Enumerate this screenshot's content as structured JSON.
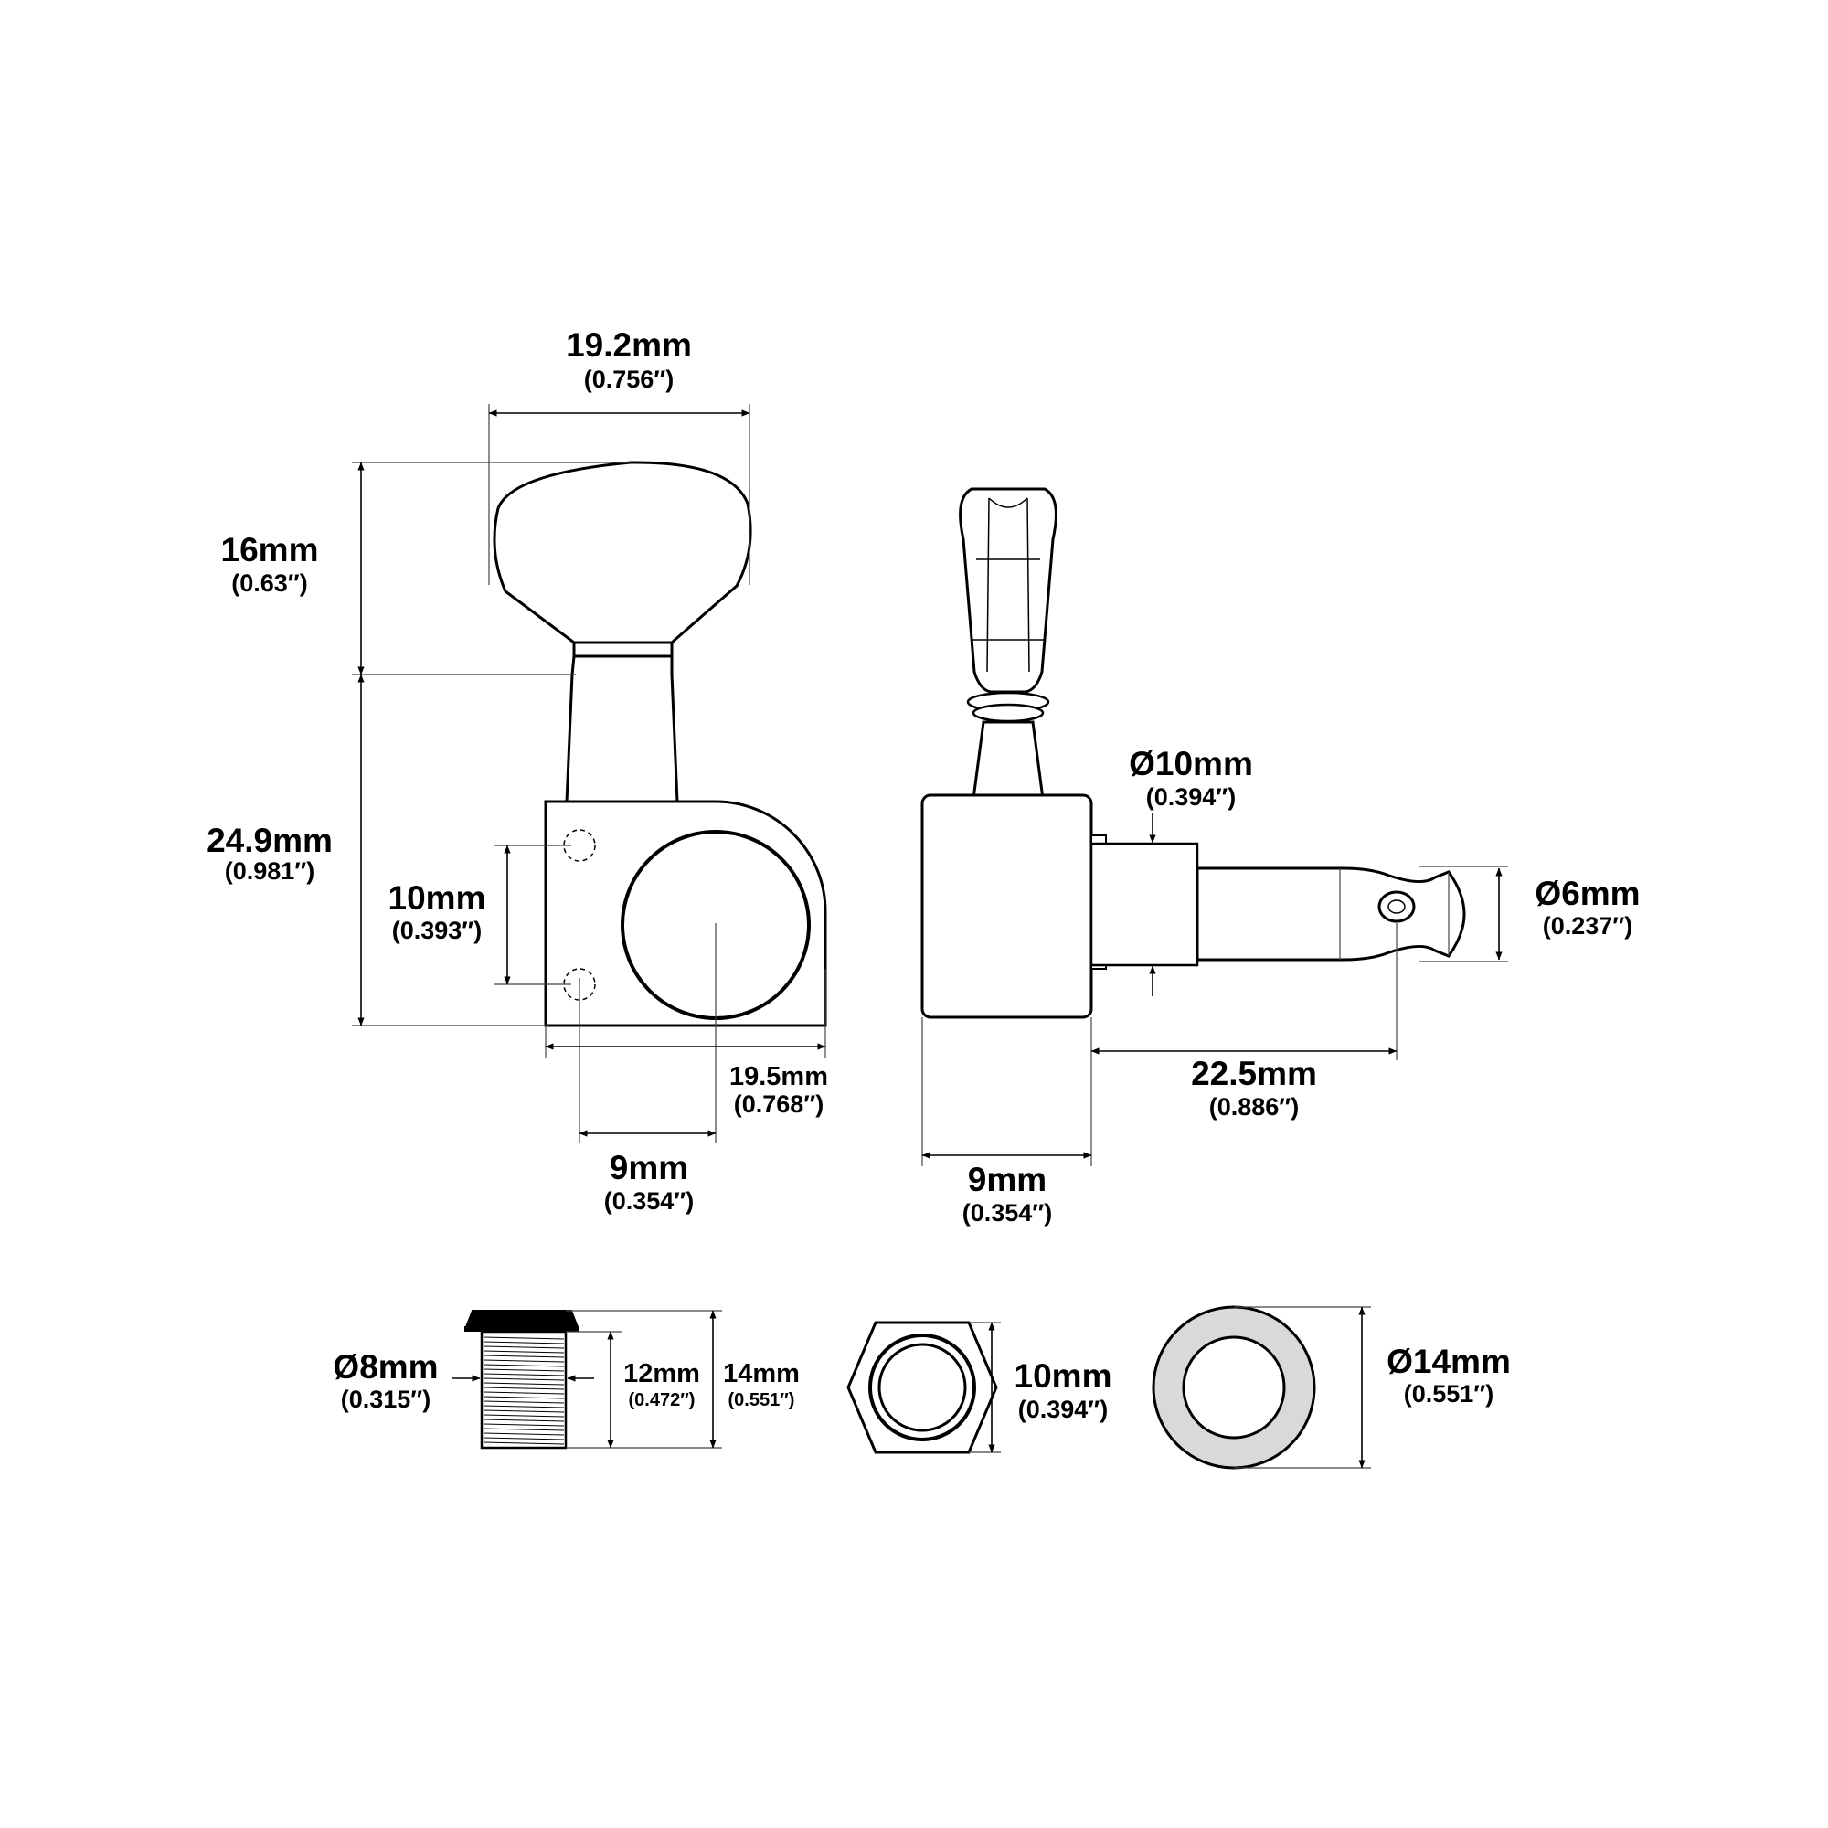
{
  "colors": {
    "ink": "#000000",
    "part_fill": "#ffffff",
    "washer_fill": "#d9d9d9",
    "background": "#ffffff"
  },
  "front_view": {
    "button_width": {
      "mm": "19.2mm",
      "inch": "(0.756″)"
    },
    "button_height": {
      "mm": "16mm",
      "inch": "(0.63″)"
    },
    "body_height": {
      "mm": "24.9mm",
      "inch": "(0.981″)"
    },
    "hole_spacing": {
      "mm": "10mm",
      "inch": "(0.393″)"
    },
    "body_width": {
      "mm": "19.5mm",
      "inch": "(0.768″)"
    },
    "post_offset": {
      "mm": "9mm",
      "inch": "(0.354″)"
    }
  },
  "side_view": {
    "bushing_diameter": {
      "mm": "Ø10mm",
      "inch": "(0.394″)"
    },
    "post_diameter": {
      "mm": "Ø6mm",
      "inch": "(0.237″)"
    },
    "post_length": {
      "mm": "22.5mm",
      "inch": "(0.886″)"
    },
    "body_depth": {
      "mm": "9mm",
      "inch": "(0.354″)"
    }
  },
  "hardware": {
    "bushing_diameter": {
      "mm": "Ø8mm",
      "inch": "(0.315″)"
    },
    "thread_length": {
      "mm": "12mm",
      "inch": "(0.472″)"
    },
    "bushing_length": {
      "mm": "14mm",
      "inch": "(0.551″)"
    },
    "nut_size": {
      "mm": "10mm",
      "inch": "(0.394″)"
    },
    "washer_diameter": {
      "mm": "Ø14mm",
      "inch": "(0.551″)"
    }
  }
}
